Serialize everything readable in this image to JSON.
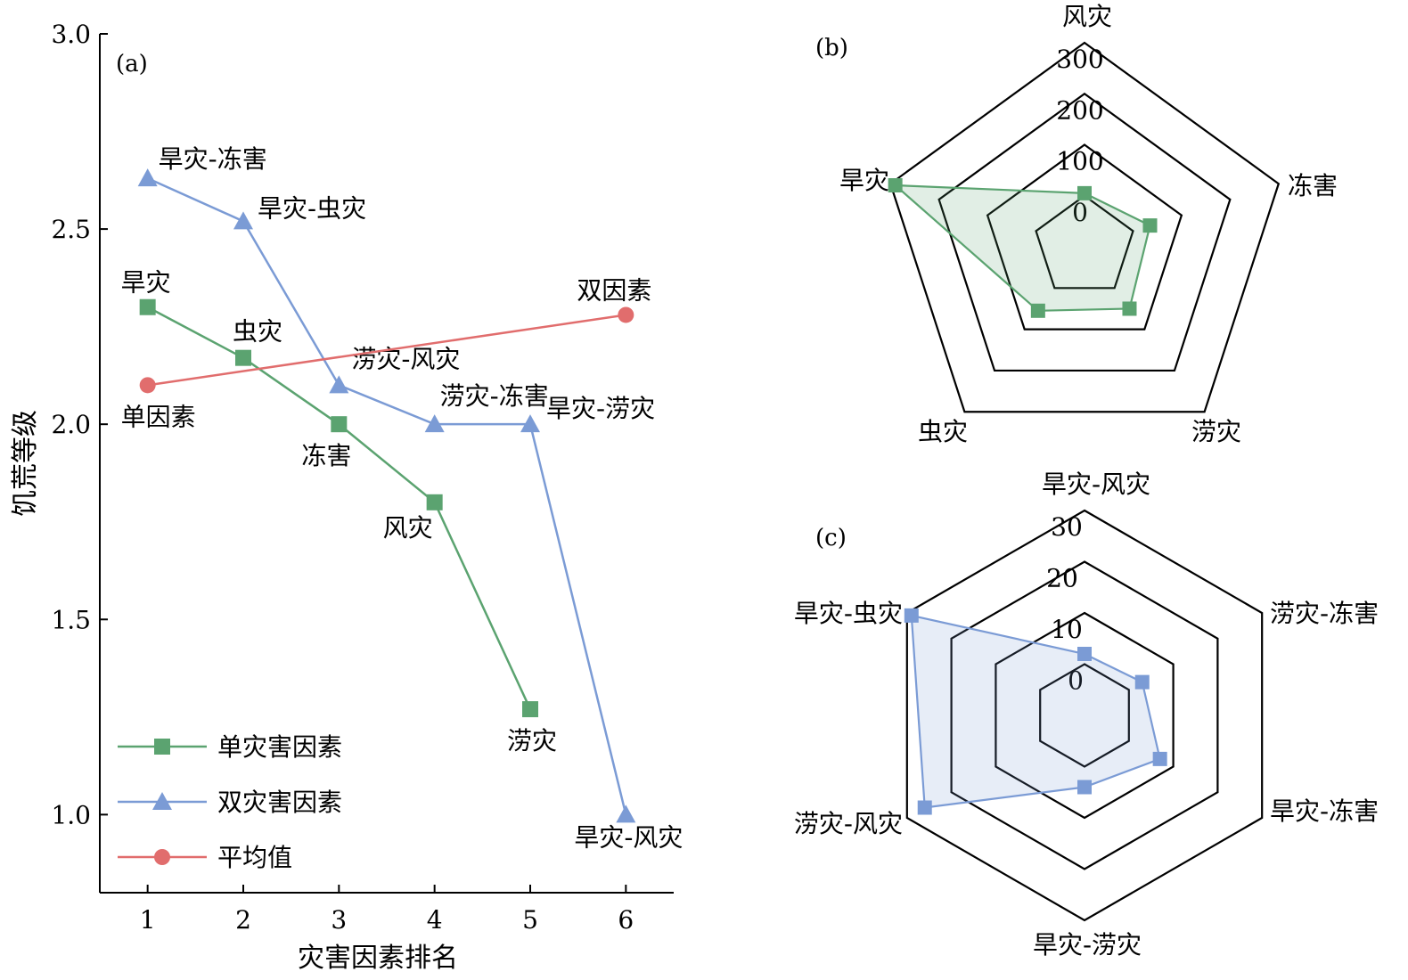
{
  "chart_data": [
    {
      "panel": "(a)",
      "type": "line",
      "ylabel": "饥荒等级",
      "xlabel": "灾害因素排名",
      "xlim": [
        0.5,
        6.5
      ],
      "ylim": [
        0.8,
        3.0
      ],
      "xticks": [
        "1",
        "2",
        "3",
        "4",
        "5",
        "6"
      ],
      "yticks": [
        "1.0",
        "1.5",
        "2.0",
        "2.5",
        "3.0"
      ],
      "legend_position": "lower-left",
      "series": [
        {
          "name": "单灾害因素",
          "color": "#5ba370",
          "marker": "square",
          "x": [
            1,
            2,
            3,
            4,
            5
          ],
          "values": [
            2.3,
            2.17,
            2.0,
            1.8,
            1.27
          ],
          "point_labels": [
            "旱灾",
            "虫灾",
            "冻害",
            "风灾",
            "涝灾"
          ]
        },
        {
          "name": "双灾害因素",
          "color": "#7b9bd5",
          "marker": "triangle",
          "x": [
            1,
            2,
            3,
            4,
            5,
            6
          ],
          "values": [
            2.63,
            2.52,
            2.1,
            2.0,
            2.0,
            1.0
          ],
          "point_labels": [
            "旱灾-冻害",
            "旱灾-虫灾",
            "涝灾-风灾",
            "涝灾-冻害",
            "旱灾-涝灾",
            "旱灾-风灾"
          ]
        },
        {
          "name": "平均值",
          "color": "#e16d6d",
          "marker": "circle",
          "x": [
            1,
            6
          ],
          "values": [
            2.1,
            2.28
          ],
          "point_labels": [
            "单因素",
            "双因素"
          ]
        }
      ]
    },
    {
      "panel": "(b)",
      "type": "radar",
      "axes": [
        "风灾",
        "冻害",
        "涝灾",
        "虫灾",
        "旱灾"
      ],
      "rings": [
        "0",
        "100",
        "200",
        "300"
      ],
      "rlim": [
        -100,
        300
      ],
      "series": [
        {
          "color": "#5ba370",
          "values": [
            5,
            35,
            50,
            55,
            290
          ]
        }
      ]
    },
    {
      "panel": "(c)",
      "type": "radar",
      "axes": [
        "旱灾-风灾",
        "涝灾-冻害",
        "旱灾-冻害",
        "旱灾-涝灾",
        "涝灾-风灾",
        "旱灾-虫灾"
      ],
      "rings": [
        "0",
        "10",
        "20",
        "30"
      ],
      "rlim": [
        -10,
        30
      ],
      "series": [
        {
          "color": "#7b9bd5",
          "values": [
            2,
            3,
            7,
            4,
            26,
            29
          ]
        }
      ]
    }
  ]
}
